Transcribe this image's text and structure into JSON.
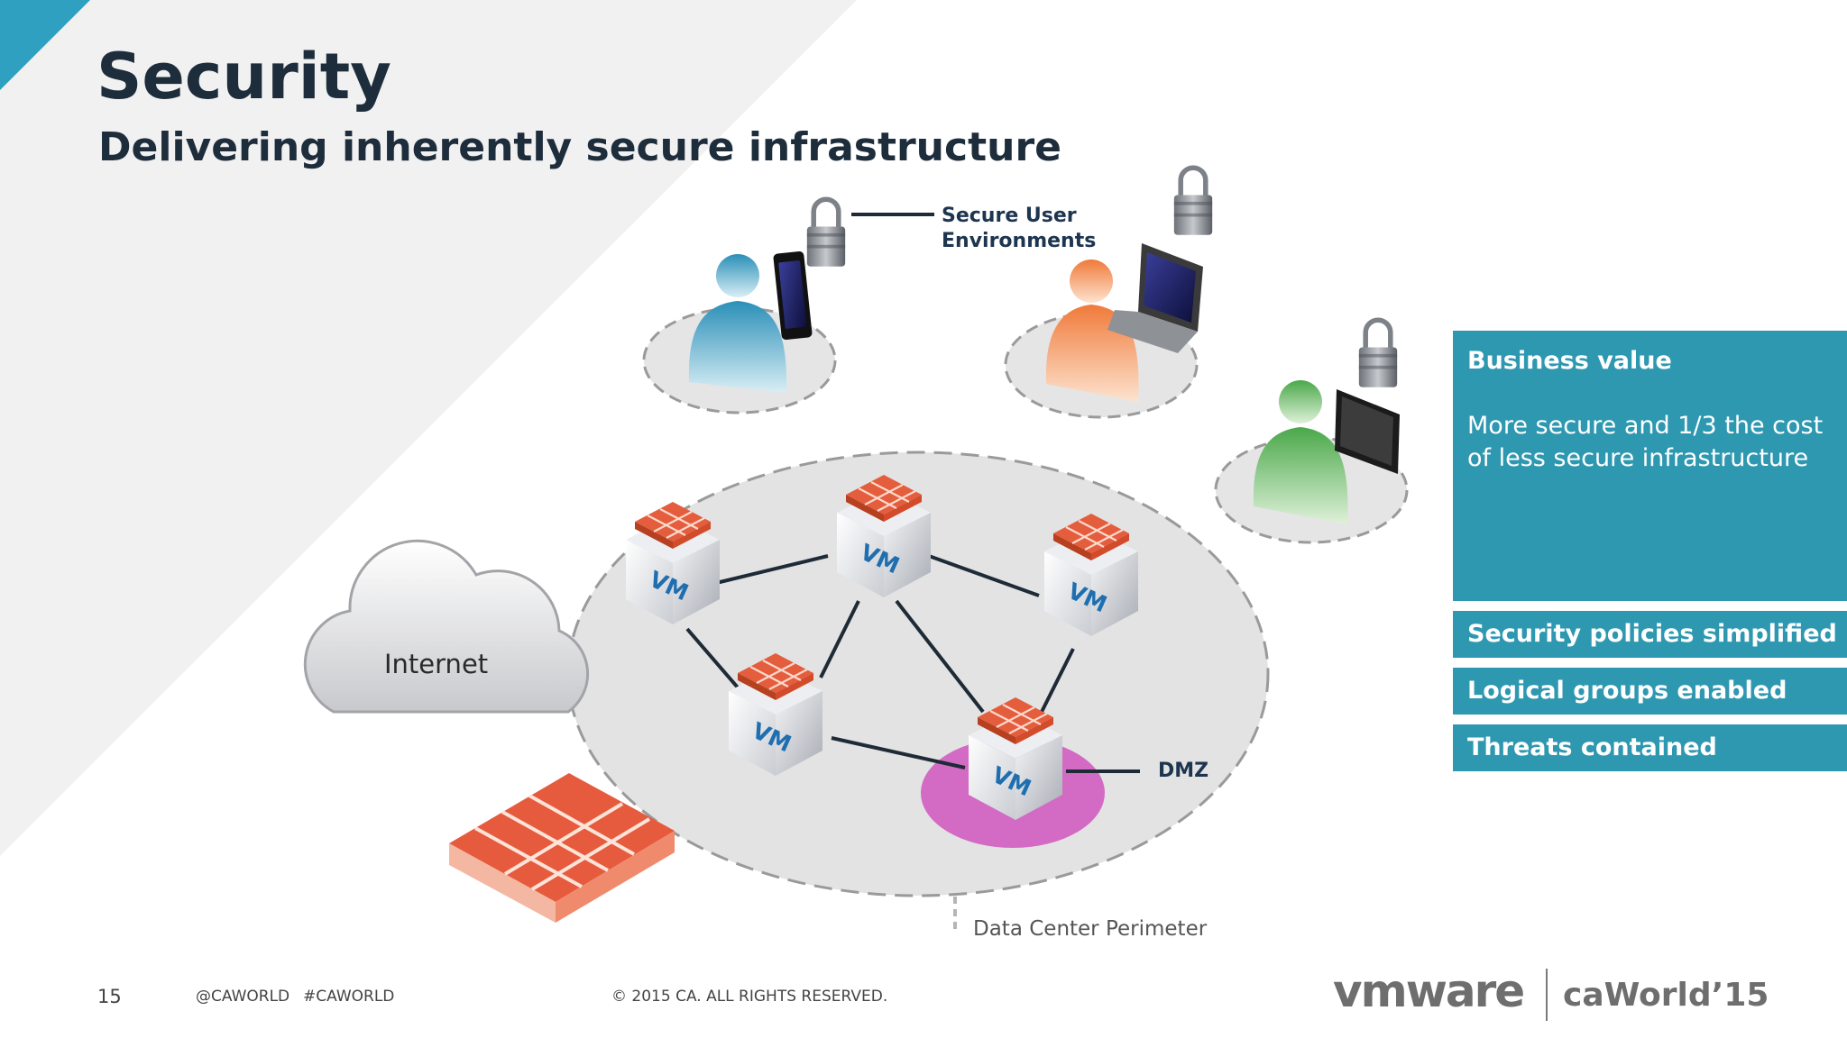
{
  "slide": {
    "title": "Security",
    "subtitle": "Delivering inherently secure infrastructure"
  },
  "diagram": {
    "secure_user_line1": "Secure User",
    "secure_user_line2": "Environments",
    "internet": "Internet",
    "vm_label": "VM",
    "dmz": "DMZ",
    "perimeter": "Data Center Perimeter"
  },
  "panel": {
    "heading": "Business value",
    "text": "More secure and 1/3 the cost of less secure infrastructure",
    "bars": [
      "Security policies simplified",
      "Logical groups enabled",
      "Threats contained"
    ]
  },
  "footer": {
    "page_number": "15",
    "handle1": "@CAWORLD",
    "handle2": "#CAWORLD",
    "copyright": "© 2015 CA. ALL RIGHTS RESERVED.",
    "logo_vmware": "vmware",
    "logo_caworld": "caWorld’15"
  },
  "colors": {
    "accent": "#2e98b1",
    "title": "#1e2d3b",
    "firewall": "#e0553a",
    "dmz": "#d36bc4",
    "user_blue": "#2a8fb8",
    "user_orange": "#f07a3a",
    "user_green": "#4aa84a"
  },
  "icons": [
    "lock-icon",
    "smartphone-icon",
    "laptop-icon",
    "tablet-icon",
    "user-icon",
    "cloud-icon",
    "firewall-icon",
    "vm-cube-icon"
  ]
}
